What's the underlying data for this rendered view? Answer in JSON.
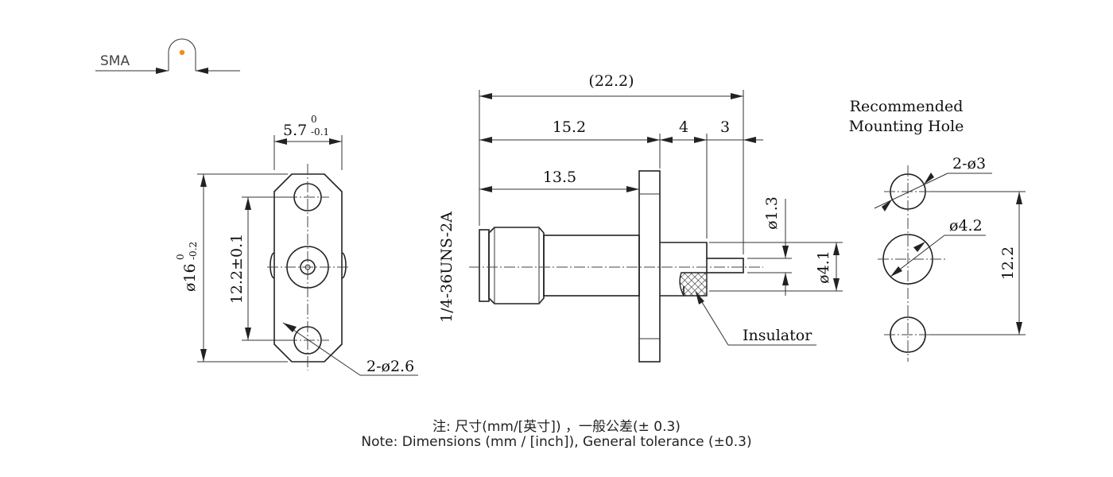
{
  "legend": {
    "label": "SMA",
    "pin_color": "#f08a24"
  },
  "front_view": {
    "width_dim": "5.7",
    "width_tol_upper": "0",
    "width_tol_lower": "-0.1",
    "height_dim": "ø16",
    "height_tol_upper": "0",
    "height_tol_lower": "-0.2",
    "hole_spacing": "12.2±0.1",
    "holes": "2-ø2.6"
  },
  "side_view": {
    "overall": "(22.2)",
    "length_a": "15.2",
    "length_b": "4",
    "length_c": "3",
    "length_d": "13.5",
    "thread": "1/4-36UNS-2A",
    "pin_dia": "ø1.3",
    "insulator_dia": "ø4.1",
    "insulator_label": "Insulator"
  },
  "mounting": {
    "title_line1": "Recommended",
    "title_line2": "Mounting Hole",
    "holes": "2-ø3",
    "center_hole": "ø4.2",
    "spacing": "12.2"
  },
  "notes": {
    "line1": "注: 尺寸(mm/[英寸]) ，一般公差(± 0.3)",
    "line2": "Note: Dimensions (mm / [inch]), General tolerance (±0.3)"
  }
}
